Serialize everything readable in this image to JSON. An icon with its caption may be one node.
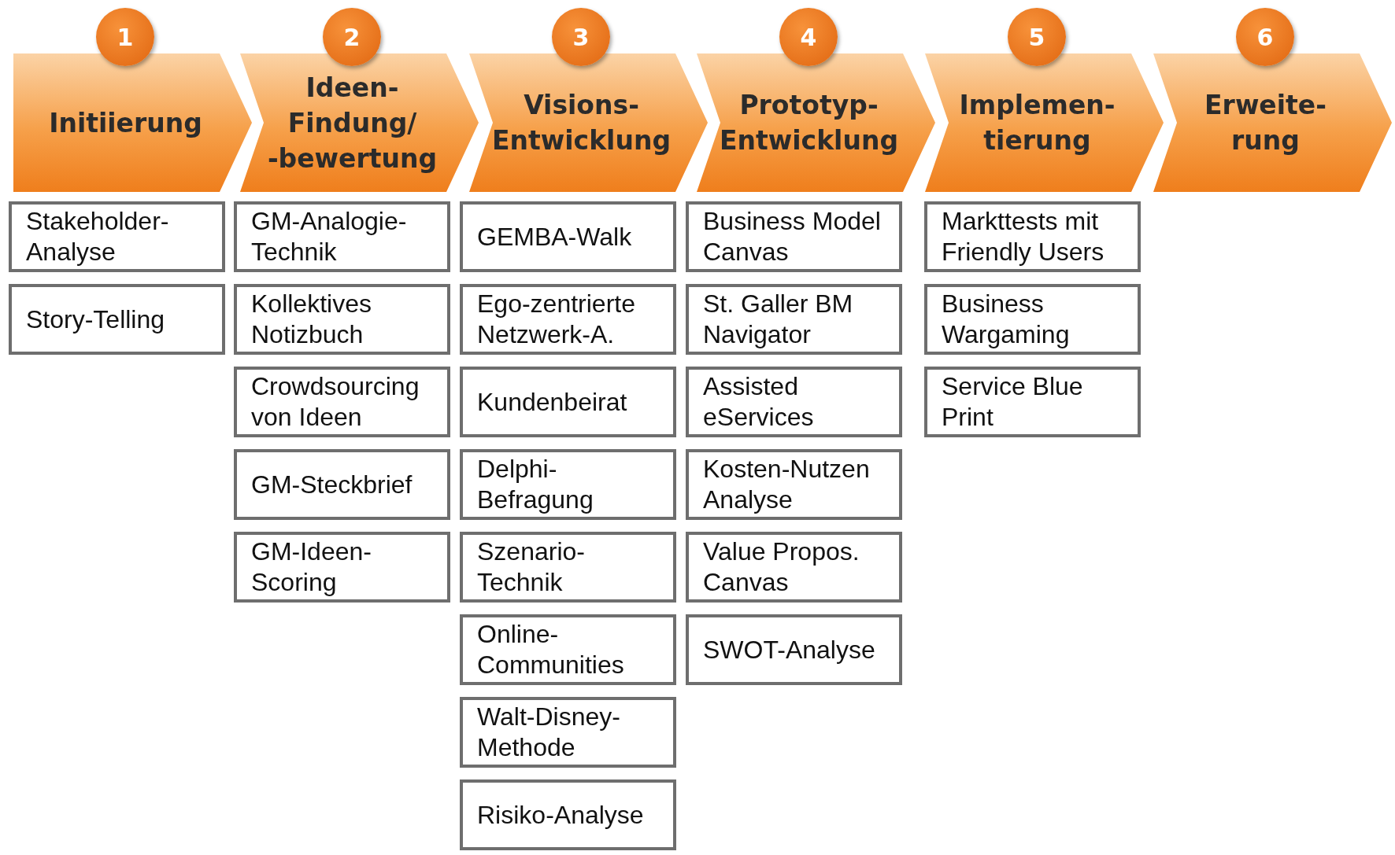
{
  "diagram": {
    "nodes": [
      {
        "text": [
          "1"
        ]
      },
      {
        "text": [
          "2"
        ]
      },
      {
        "text": [
          "3"
        ]
      },
      {
        "text": [
          "4"
        ]
      },
      {
        "text": [
          "5"
        ]
      },
      {
        "text": [
          "6"
        ]
      },
      {
        "text": [
          "Initiierung"
        ]
      },
      {
        "text": [
          "Ideen-Findung/ -bewertung"
        ]
      },
      {
        "text": [
          "Visions-Entwicklung"
        ]
      },
      {
        "text": [
          "Prototyp-Entwicklung"
        ]
      },
      {
        "text": [
          "Implemen-tierung"
        ]
      },
      {
        "text": [
          "Erweite-rung"
        ]
      },
      {
        "text": [
          "Stakeholder-Analyse"
        ]
      },
      {
        "text": [
          "GM-Analogie-Technik"
        ]
      },
      {
        "text": [
          "GEMBA-Walk"
        ]
      },
      {
        "text": [
          "Business Model Canvas"
        ]
      },
      {
        "text": [
          "Markttests mit Friendly Users"
        ]
      },
      {
        "text": [
          "Story-Telling"
        ]
      },
      {
        "text": [
          "Kollektives Notizbuch"
        ]
      },
      {
        "text": [
          "Ego-zentrierte Netzwerk-A."
        ]
      },
      {
        "text": [
          "St. Galler BM Navigator"
        ]
      },
      {
        "text": [
          "Business Wargaming"
        ]
      },
      {
        "text": [
          "Crowdsourcing von Ideen"
        ]
      },
      {
        "text": [
          "Kundenbeirat"
        ]
      },
      {
        "text": [
          "Assisted eServices"
        ]
      },
      {
        "text": [
          "Service Blue Print"
        ]
      },
      {
        "text": [
          "GM-Steckbrief"
        ]
      },
      {
        "text": [
          "Delphi-Befragung"
        ]
      },
      {
        "text": [
          "Kosten-Nutzen Analyse"
        ]
      },
      {
        "text": [
          "GM-Ideen-Scoring"
        ]
      },
      {
        "text": [
          "Szenario-Technik"
        ]
      },
      {
        "text": [
          "Value Propos. Canvas"
        ]
      },
      {
        "text": [
          "Online-Communities"
        ]
      },
      {
        "text": [
          "SWOT-Analyse"
        ]
      },
      {
        "text": [
          "Walt-Disney-Methode"
        ]
      },
      {
        "text": [
          "Risiko-Analyse"
        ]
      }
    ]
  }
}
